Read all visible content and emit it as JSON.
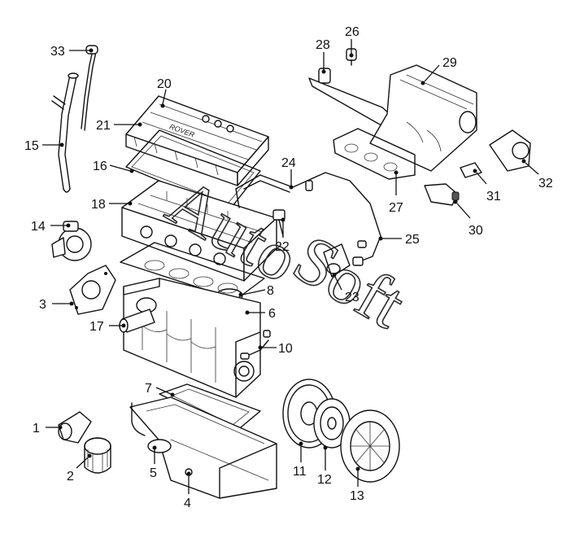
{
  "callouts": [
    {
      "label": "1"
    },
    {
      "label": "2"
    },
    {
      "label": "3"
    },
    {
      "label": "4"
    },
    {
      "label": "5"
    },
    {
      "label": "6"
    },
    {
      "label": "7"
    },
    {
      "label": "8"
    },
    {
      "label": "10"
    },
    {
      "label": "11"
    },
    {
      "label": "12"
    },
    {
      "label": "13"
    },
    {
      "label": "14"
    },
    {
      "label": "15"
    },
    {
      "label": "16"
    },
    {
      "label": "17"
    },
    {
      "label": "18"
    },
    {
      "label": "20"
    },
    {
      "label": "21"
    },
    {
      "label": "22"
    },
    {
      "label": "23"
    },
    {
      "label": "24"
    },
    {
      "label": "25"
    },
    {
      "label": "26"
    },
    {
      "label": "27"
    },
    {
      "label": "28"
    },
    {
      "label": "29"
    },
    {
      "label": "30"
    },
    {
      "label": "31"
    },
    {
      "label": "32"
    },
    {
      "label": "33"
    }
  ],
  "cover_text": "ROVER",
  "watermark": {
    "line1": "Auto",
    "line2": "Soft"
  }
}
